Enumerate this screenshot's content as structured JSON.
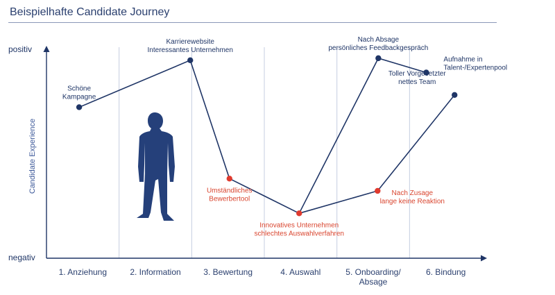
{
  "title": "Beispielhafte Candidate Journey",
  "colors": {
    "line": "#1f3566",
    "neutral_point": "#1f3566",
    "negative_point": "#e03a2e",
    "negative_text": "#d9452f",
    "grid": "#c5cde0",
    "silhouette": "#25407a"
  },
  "silhouette_icon": "person-silhouette-icon",
  "chart_data": {
    "type": "line",
    "ylabel": "Candidate Experience",
    "y_top_label": "positiv",
    "y_bottom_label": "negativ",
    "ylim": [
      0,
      100
    ],
    "categories": [
      {
        "lines": [
          "1. Anziehung"
        ]
      },
      {
        "lines": [
          "2. Information"
        ]
      },
      {
        "lines": [
          "3. Bewertung"
        ]
      },
      {
        "lines": [
          "4. Auswahl"
        ]
      },
      {
        "lines": [
          "5. Onboarding/",
          "Absage"
        ]
      },
      {
        "lines": [
          "6. Bindung"
        ]
      }
    ],
    "points": [
      {
        "id": "schoene-kampagne",
        "x": 0.45,
        "y": 74,
        "type": "neutral",
        "label_lines": [
          "Schöne",
          "Kampagne"
        ],
        "label_pos": "above",
        "route": [
          "main"
        ]
      },
      {
        "id": "karrierewebsite",
        "x": 1.98,
        "y": 97,
        "type": "neutral",
        "label_lines": [
          "Karrierewebsite",
          "Interessantes Unternehmen"
        ],
        "label_pos": "above",
        "route": [
          "main"
        ]
      },
      {
        "id": "umstaendliches-bewerbertool",
        "x": 2.52,
        "y": 39,
        "type": "negative",
        "label_lines": [
          "Umständliches",
          "Bewerbertool"
        ],
        "label_pos": "below",
        "route": [
          "main"
        ]
      },
      {
        "id": "innovatives-unternehmen",
        "x": 3.48,
        "y": 22,
        "type": "negative",
        "label_lines": [
          "Innovatives Unternehmen",
          "schlechtes Auswahlverfahren"
        ],
        "label_pos": "below",
        "route": [
          "main",
          "absage",
          "zusage"
        ]
      },
      {
        "id": "nach-absage",
        "x": 4.57,
        "y": 98,
        "type": "neutral",
        "label_lines": [
          "Nach Absage",
          "persönliches Feedbackgespräch"
        ],
        "label_pos": "above",
        "route": [
          "absage"
        ]
      },
      {
        "id": "aufnahme-talentpool",
        "x": 5.23,
        "y": 91,
        "type": "neutral",
        "label_lines": [
          "Aufnahme in",
          "Talent-/Expertenpool"
        ],
        "label_pos": "right",
        "route": [
          "absage"
        ]
      },
      {
        "id": "nach-zusage",
        "x": 4.56,
        "y": 33,
        "type": "negative",
        "label_lines": [
          "Nach Zusage",
          "lange keine Reaktion"
        ],
        "label_pos": "below-right",
        "route": [
          "zusage"
        ]
      },
      {
        "id": "toller-vorgesetzter",
        "x": 5.62,
        "y": 80,
        "type": "neutral",
        "label_lines": [
          "Toller Vorgesetzter",
          "nettes Team"
        ],
        "label_pos": "above-left",
        "route": [
          "zusage"
        ]
      }
    ],
    "routes": {
      "main": [
        "schoene-kampagne",
        "karrierewebsite",
        "umstaendliches-bewerbertool",
        "innovatives-unternehmen"
      ],
      "absage": [
        "innovatives-unternehmen",
        "nach-absage",
        "aufnahme-talentpool"
      ],
      "zusage": [
        "innovatives-unternehmen",
        "nach-zusage",
        "toller-vorgesetzter"
      ]
    }
  }
}
